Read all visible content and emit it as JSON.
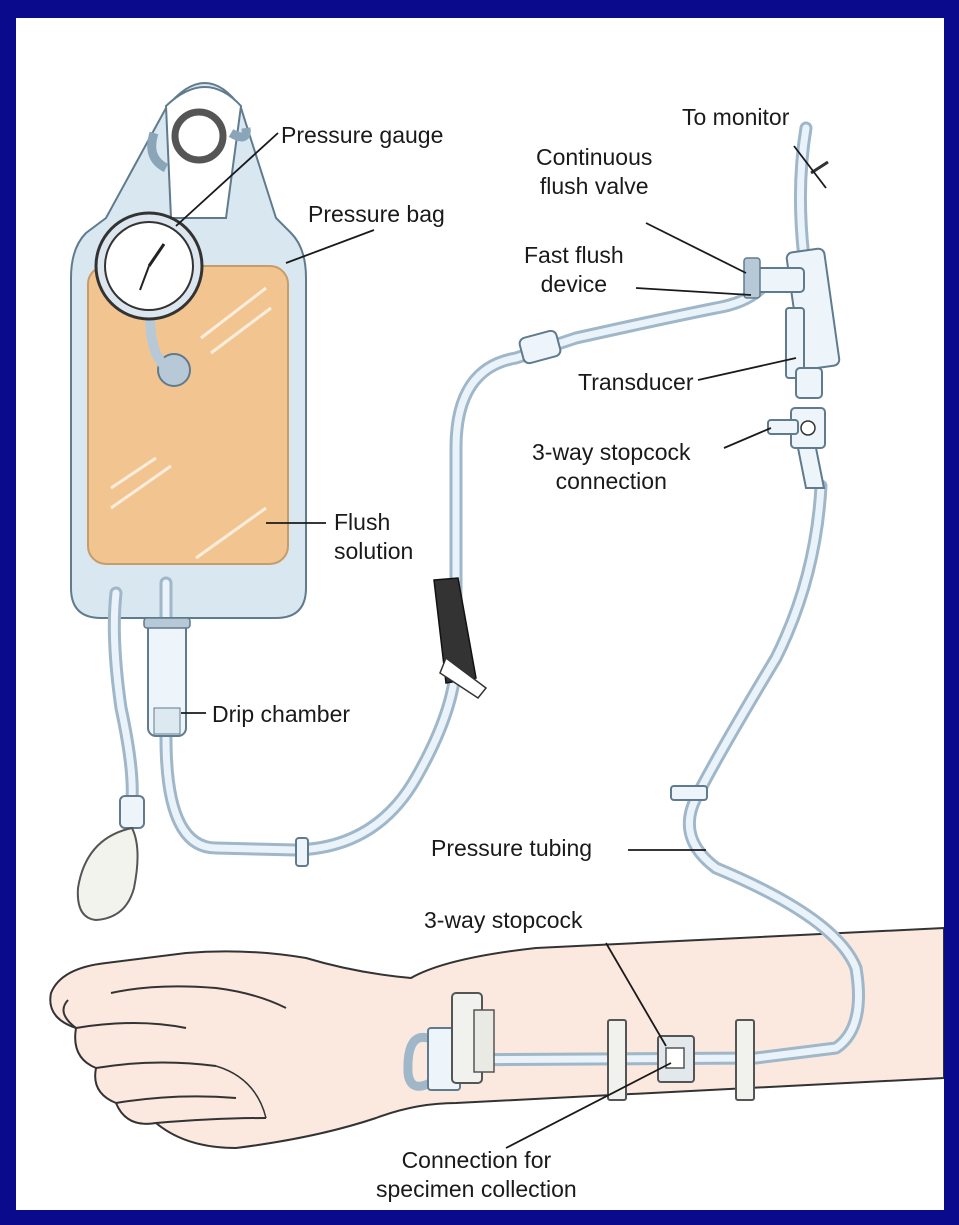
{
  "labels": {
    "pressure_gauge": "Pressure gauge",
    "pressure_bag": "Pressure bag",
    "flush_solution_1": "Flush",
    "flush_solution_2": "solution",
    "drip_chamber": "Drip chamber",
    "to_monitor": "To monitor",
    "continuous_flush_1": "Continuous",
    "continuous_flush_2": "flush valve",
    "fast_flush_1": "Fast flush",
    "fast_flush_2": "device",
    "transducer": "Transducer",
    "stopcock_connection_1": "3-way stopcock",
    "stopcock_connection_2": "connection",
    "pressure_tubing": "Pressure tubing",
    "stopcock": "3-way stopcock",
    "specimen_1": "Connection for",
    "specimen_2": "specimen collection"
  },
  "colors": {
    "frame": "#0a0a8c",
    "background": "#ffffff",
    "bag": "#cfe1ee",
    "solution": "#f2c590",
    "tubing": "#9fb7c9",
    "skin": "#fbe8df"
  }
}
